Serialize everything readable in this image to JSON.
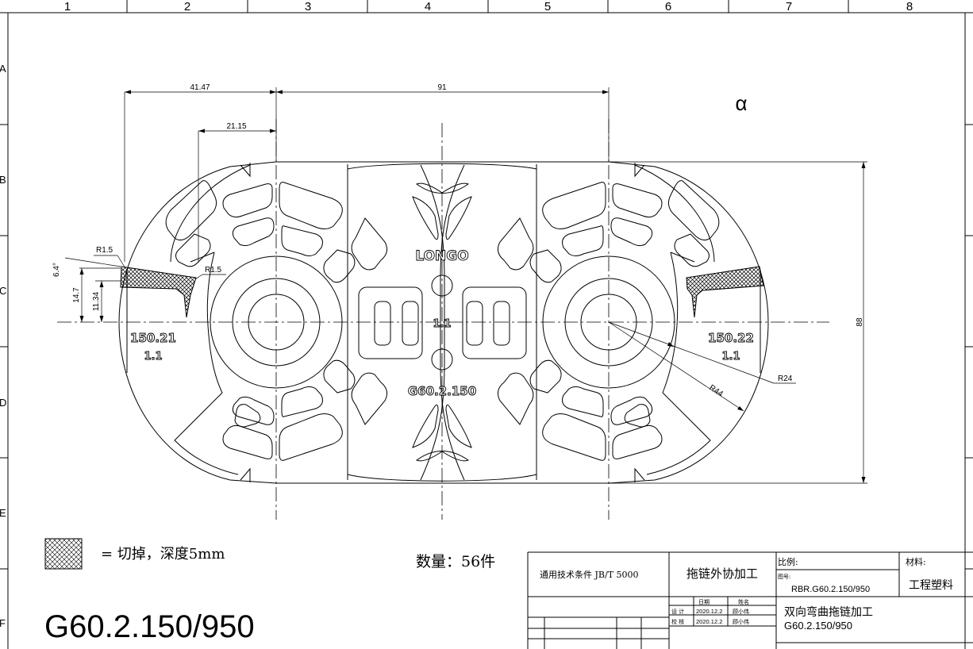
{
  "frame": {
    "columns": [
      "1",
      "2",
      "3",
      "4",
      "5",
      "6",
      "7",
      "8"
    ],
    "rows": [
      "A",
      "B",
      "C",
      "D",
      "E",
      "F"
    ]
  },
  "drawing": {
    "alpha_symbol": "α",
    "dimensions": {
      "width_left": "41.47",
      "width_center": "91",
      "inner_offset": "21.15",
      "height_total": "88",
      "angle": "6.4°",
      "height_a": "14.7",
      "height_b": "11.34",
      "radius_fillet_1": "R1.5",
      "radius_fillet_2": "R1.5",
      "radius_inner": "R24",
      "radius_outer": "R44"
    },
    "embossed": {
      "brand": "LONGO",
      "center_code": "1.1",
      "part_code": "G60.2.150",
      "left_code": "150.21",
      "left_sub": "1.1",
      "right_code": "150.22",
      "right_sub": "1.1"
    }
  },
  "legend": {
    "text": "= 切掉，深度5mm"
  },
  "quantity": {
    "text": "数量：56件"
  },
  "part_number": "G60.2.150/950",
  "title_block": {
    "standard": "通用技术条件 JB/T 5000",
    "process": "拖链外协加工",
    "scale_label": "比例:",
    "drawing_no_label": "图号:",
    "drawing_no": "RBR.G60.2.150/950",
    "material_label": "材料:",
    "material": "工程塑料",
    "date_header": "日期",
    "name_header": "姓名",
    "design_label": "设 计",
    "check_label": "校 核",
    "design_date": "2020.12.2",
    "check_date": "2020.12.2",
    "design_name": "顾小伟",
    "check_name": "顾小伟",
    "product_name": "双向弯曲拖链加工",
    "product_code": "G60.2.150/950"
  }
}
